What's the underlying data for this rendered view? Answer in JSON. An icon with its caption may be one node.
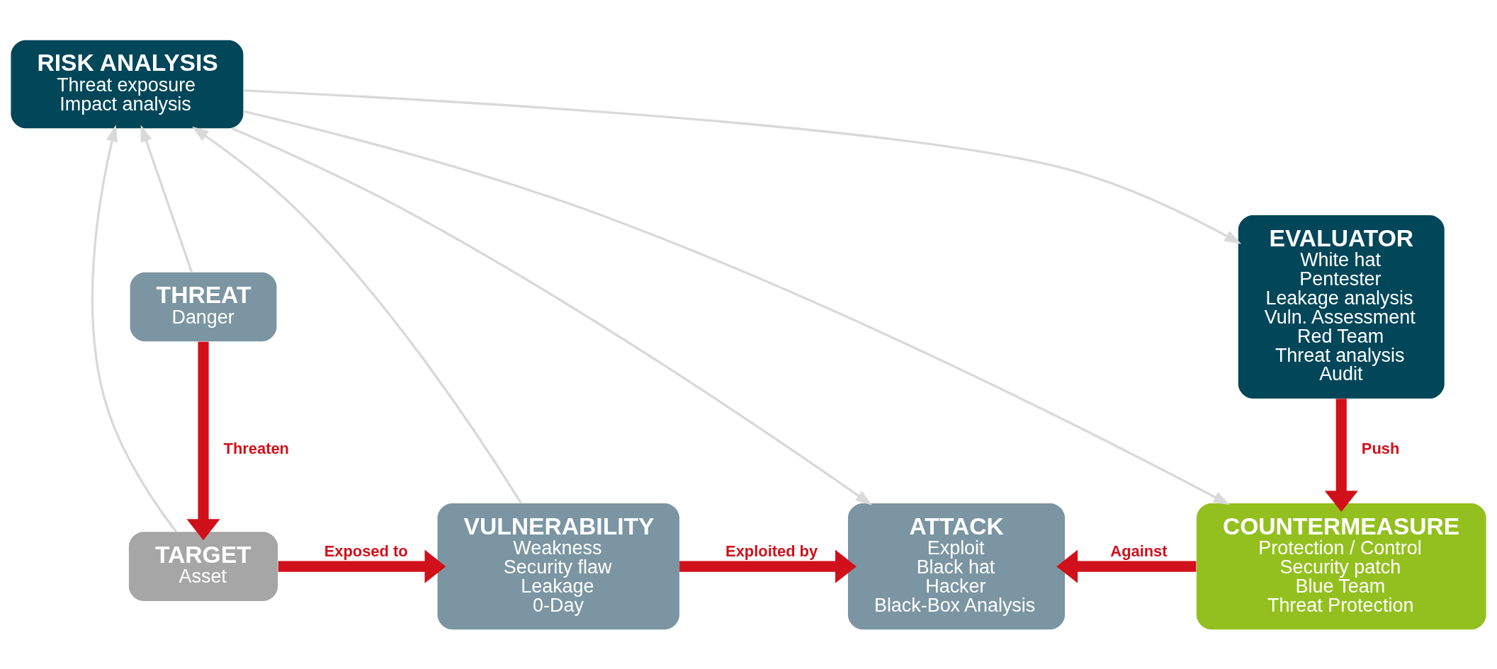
{
  "diagram": {
    "nodes": [
      {
        "text": [
          "RISK ANALYSIS",
          "Threat exposure",
          "Impact analysis"
        ]
      },
      {
        "text": [
          "EVALUATOR",
          "White hat",
          "Pentester",
          "Leakage analysis",
          "Vuln. Assessment",
          "Red Team",
          "Threat analysis",
          "Audit"
        ]
      },
      {
        "text": [
          "THREAT",
          "Danger"
        ]
      },
      {
        "text": [
          "TARGET",
          "Asset"
        ]
      },
      {
        "text": [
          "VULNERABILITY",
          "Weakness",
          "Security flaw",
          "Leakage",
          "0-Day"
        ]
      },
      {
        "text": [
          "ATTACK",
          "Exploit",
          "Black hat",
          "Hacker",
          "Black-Box Analysis"
        ]
      },
      {
        "text": [
          "COUNTERMEASURE",
          "Protection / Control",
          "Security patch",
          "Blue Team",
          "Threat Protection"
        ]
      }
    ],
    "edges": [
      {
        "from": 2,
        "to": 0,
        "arrow": "to"
      },
      {
        "from": 3,
        "to": 0,
        "arrow": "to"
      },
      {
        "from": 4,
        "to": 0,
        "arrow": "to"
      },
      {
        "from": 0,
        "to": 5,
        "arrow": "to"
      },
      {
        "from": 0,
        "to": 6,
        "arrow": "to"
      },
      {
        "from": 0,
        "to": 1,
        "arrow": "to"
      },
      {
        "from": 2,
        "to": 3,
        "arrow": "to",
        "label": "Threaten",
        "style": "thick",
        "color": "#d0101a"
      },
      {
        "from": 3,
        "to": 4,
        "arrow": "to",
        "label": "Exposed to",
        "style": "thick",
        "color": "#d0101a"
      },
      {
        "from": 4,
        "to": 5,
        "arrow": "to",
        "label": "Exploited by",
        "style": "thick",
        "color": "#d0101a"
      },
      {
        "from": 6,
        "to": 5,
        "arrow": "to",
        "label": "Against",
        "style": "thick",
        "color": "#d0101a"
      },
      {
        "from": 1,
        "to": 6,
        "arrow": "to",
        "label": "Push",
        "style": "thick",
        "color": "#d0101a"
      }
    ]
  }
}
